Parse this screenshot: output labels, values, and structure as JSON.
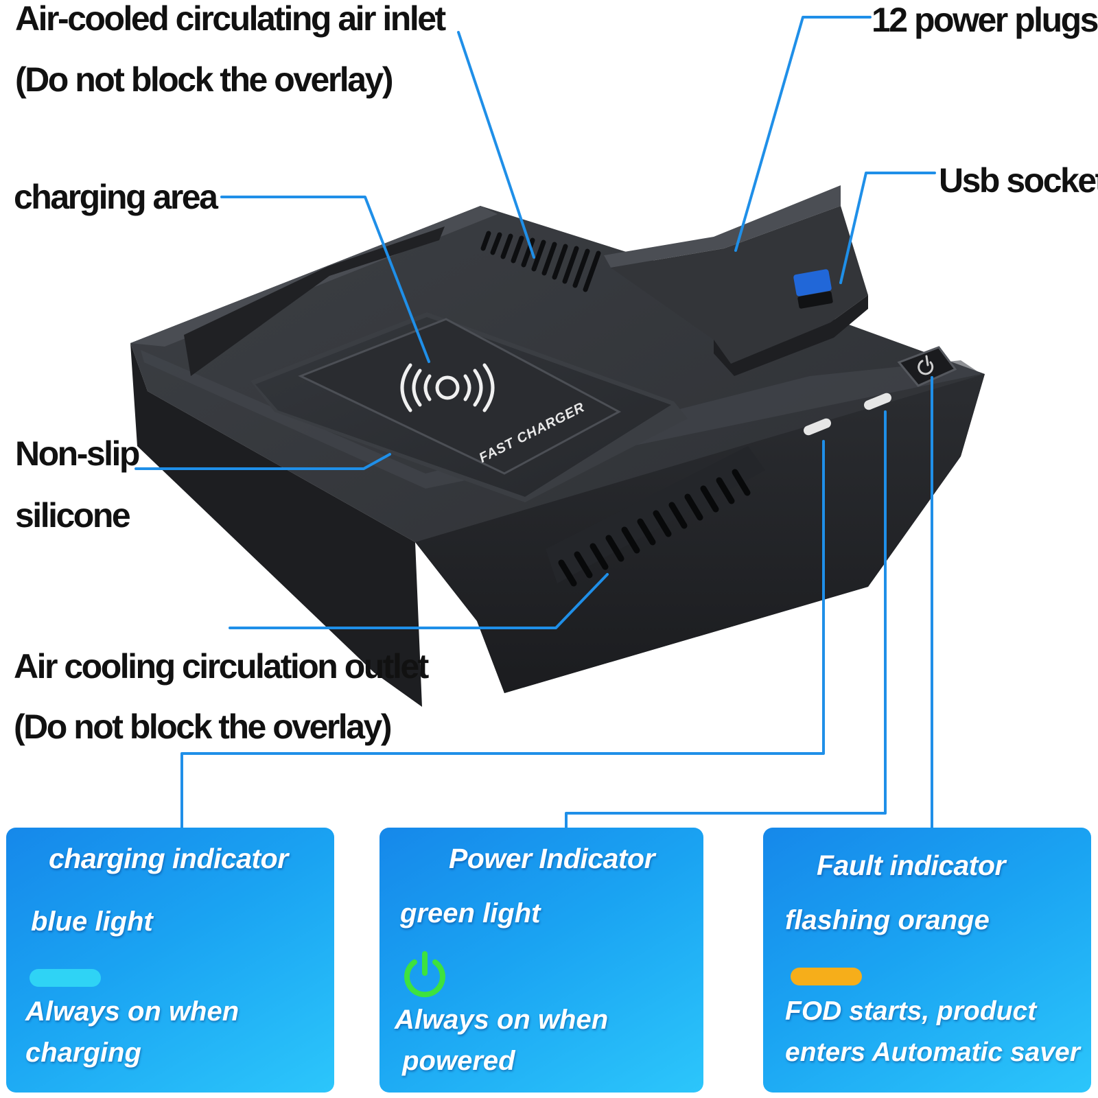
{
  "callouts": {
    "air_inlet_line1": "Air-cooled circulating air inlet",
    "air_inlet_line2": "(Do not block the overlay)",
    "power_plugs": "12 power plugs",
    "usb_socket": "Usb socket",
    "charging_area": "charging area",
    "non_slip_line1": "Non-slip",
    "non_slip_line2": "silicone",
    "air_outlet_line1": "Air cooling circulation outlet",
    "air_outlet_line2": "(Do not block the overlay)"
  },
  "device": {
    "pad_label": "FAST CHARGER"
  },
  "indicators": [
    {
      "title": "charging indicator",
      "light": "blue light",
      "description": "Always on when\ncharging",
      "swatch_color": "#2fd3f5"
    },
    {
      "title": "Power Indicator",
      "light": "green light",
      "icon": "power-icon",
      "icon_color": "#3ee23e",
      "description": "Always on when\n powered"
    },
    {
      "title": "Fault indicator",
      "light": "flashing orange",
      "description": "FOD starts, product\nenters Automatic saver",
      "swatch_color": "#f6ae1a"
    }
  ],
  "colors": {
    "leader_line": "#1f8fe8",
    "device_body": "#2a2c30",
    "panel_gradient": [
      "#1688ea",
      "#2cc6fb"
    ]
  }
}
